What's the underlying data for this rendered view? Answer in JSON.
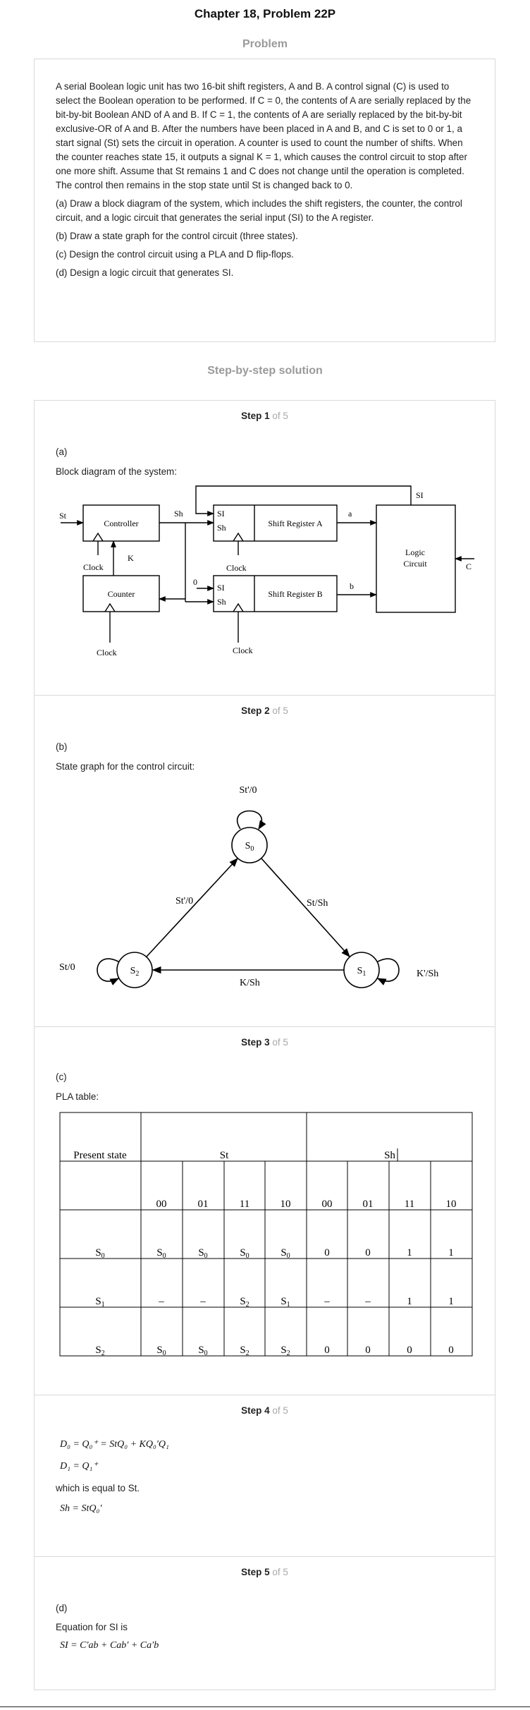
{
  "page_title": "Chapter 18, Problem 22P",
  "problem_heading": "Problem",
  "problem": {
    "paragraphs": [
      "A serial Boolean logic unit has two 16-bit shift registers, A and B. A control signal (C) is used to select the Boolean operation to be performed. If C = 0, the contents of A are serially replaced by the bit-by-bit Boolean AND of A and B. If C = 1, the contents of A are serially replaced by the bit-by-bit exclusive-OR of A and B. After the numbers have been placed in A and B, and C is set to 0 or 1, a start signal (St) sets the circuit in operation. A counter is used to count the number of shifts. When the counter reaches state 15, it outputs a signal K = 1, which causes the control circuit to stop after one more shift. Assume that St remains 1 and C does not change until the operation is completed. The control then remains in the stop state until St is changed back to 0.",
      "(a) Draw a block diagram of the system, which includes the shift registers, the counter, the control circuit, and a logic circuit that generates the serial input (SI) to the A register.",
      "(b) Draw a state graph for the control circuit (three states).",
      "(c) Design the control circuit using a PLA and D flip-flops.",
      "(d) Design a logic circuit that generates SI."
    ]
  },
  "solution_heading": "Step-by-step solution",
  "step_of": "of 5",
  "steps": {
    "s1": {
      "num": "Step 1",
      "part": "(a)",
      "caption": "Block diagram of the system:",
      "diagram": {
        "controller": "Controller",
        "counter": "Counter",
        "reg_a": "Shift Register A",
        "reg_b": "Shift Register B",
        "logic_1": "Logic",
        "logic_2": "Circuit",
        "st": "St",
        "sh": "Sh",
        "k": "K",
        "clock": "Clock",
        "si": "SI",
        "zero": "0",
        "a": "a",
        "b": "b",
        "c": "C"
      }
    },
    "s2": {
      "num": "Step 2",
      "part": "(b)",
      "caption": "State graph for the control circuit:",
      "graph": {
        "s0": "S",
        "s0_sub": "0",
        "s1": "S",
        "s1_sub": "1",
        "s2": "S",
        "s2_sub": "2",
        "loop_s0": "St'/0",
        "loop_s1": "K'/Sh",
        "loop_s2": "St/0",
        "e_s2_s0": "St'/0",
        "e_s0_s1": "St/Sh",
        "e_s1_s2": "K/Sh"
      }
    },
    "s3": {
      "num": "Step 3",
      "part": "(c)",
      "caption": "PLA table:",
      "table": {
        "present_state": "Present state",
        "group1": "St",
        "group2": "Sh",
        "cols": [
          "00",
          "01",
          "11",
          "10",
          "00",
          "01",
          "11",
          "10"
        ],
        "rows": [
          {
            "state": "S",
            "sub": "0",
            "cells": [
              [
                "S",
                "0"
              ],
              [
                "S",
                "0"
              ],
              [
                "S",
                "0"
              ],
              [
                "S",
                "0"
              ],
              [
                "0",
                ""
              ],
              [
                "0",
                ""
              ],
              [
                "1",
                ""
              ],
              [
                "1",
                ""
              ]
            ]
          },
          {
            "state": "S",
            "sub": "1",
            "cells": [
              [
                "–",
                ""
              ],
              [
                "–",
                ""
              ],
              [
                "S",
                "2"
              ],
              [
                "S",
                "1"
              ],
              [
                "–",
                ""
              ],
              [
                "–",
                ""
              ],
              [
                "1",
                ""
              ],
              [
                "1",
                ""
              ]
            ]
          },
          {
            "state": "S",
            "sub": "2",
            "cells": [
              [
                "S",
                "0"
              ],
              [
                "S",
                "0"
              ],
              [
                "S",
                "2"
              ],
              [
                "S",
                "2"
              ],
              [
                "0",
                ""
              ],
              [
                "0",
                ""
              ],
              [
                "0",
                ""
              ],
              [
                "0",
                ""
              ]
            ]
          }
        ]
      }
    },
    "s4": {
      "num": "Step 4",
      "eq1": "D₀ = Q₀⁺ = StQ₀ + KQ₀′Q₁",
      "eq2": "D₁ = Q₁⁺",
      "text": "which is equal to St.",
      "eq3": "Sh = StQ₀′"
    },
    "s5": {
      "num": "Step 5",
      "part": "(d)",
      "caption": "Equation for SI is",
      "eq": "SI = C′ab + Cab′ + Ca′b"
    }
  }
}
